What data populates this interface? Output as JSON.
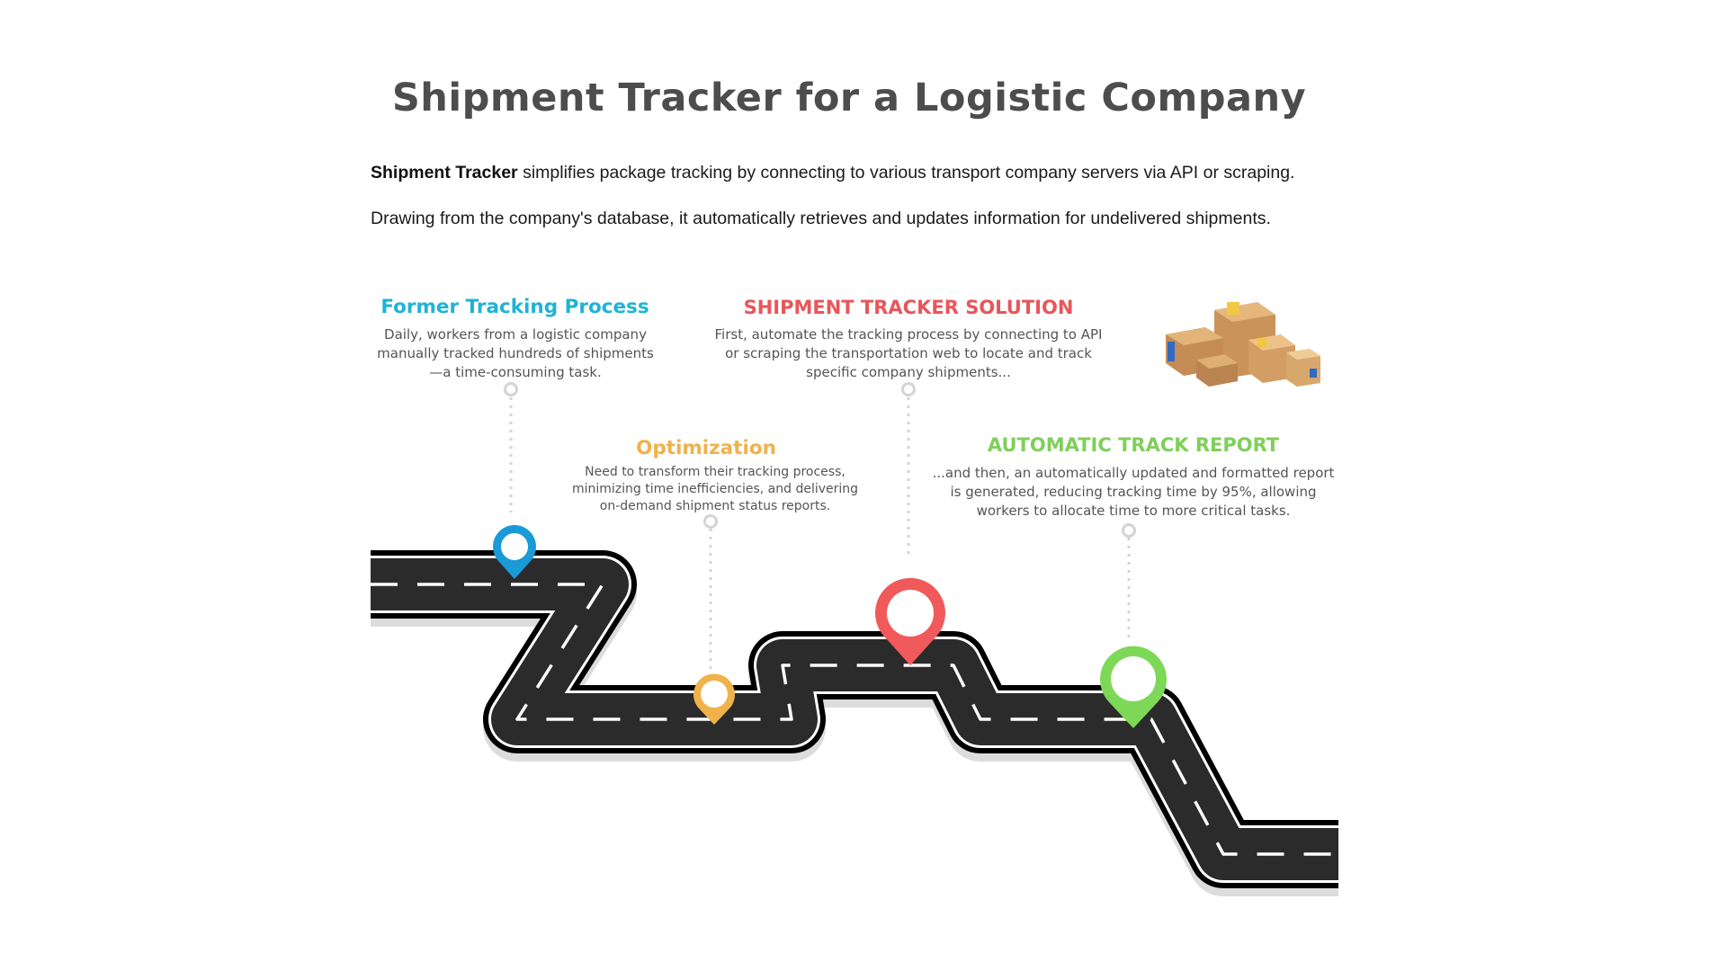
{
  "header": {
    "title": "Shipment Tracker for a Logistic Company",
    "intro_bold": "Shipment Tracker",
    "intro_rest": " simplifies package tracking by connecting to various transport company servers via API or scraping.",
    "intro_line2": "Drawing from the company's database, it automatically retrieves and updates information for undelivered shipments."
  },
  "stages": [
    {
      "title": "Former Tracking Process",
      "description": "Daily, workers from a logistic company manually tracked hundreds of shipments—a time-consuming task.",
      "color": "#1fb3d6"
    },
    {
      "title": "Optimization",
      "description": "Need to transform their tracking process, minimizing time inefficiencies, and delivering on-demand shipment status reports.",
      "color": "#f0b24a"
    },
    {
      "title": "SHIPMENT TRACKER SOLUTION",
      "description": "First, automate the tracking process by connecting to API or scraping the transportation web to locate and track specific company shipments...",
      "color": "#e8565a"
    },
    {
      "title": "AUTOMATIC TRACK REPORT",
      "description": "...and then, an automatically updated and formatted report is generated, reducing tracking time by 95%, allowing workers to allocate time to more critical tasks.",
      "color": "#7fcf5a"
    }
  ],
  "pins": [
    {
      "name": "pin-former-tracking-icon",
      "color": "#1a9ad6"
    },
    {
      "name": "pin-optimization-icon",
      "color": "#f0b24a"
    },
    {
      "name": "pin-solution-icon",
      "color": "#f05a5a"
    },
    {
      "name": "pin-report-icon",
      "color": "#7dd858"
    }
  ],
  "decor": {
    "image": "cardboard-boxes-icon",
    "road": "winding-road"
  }
}
